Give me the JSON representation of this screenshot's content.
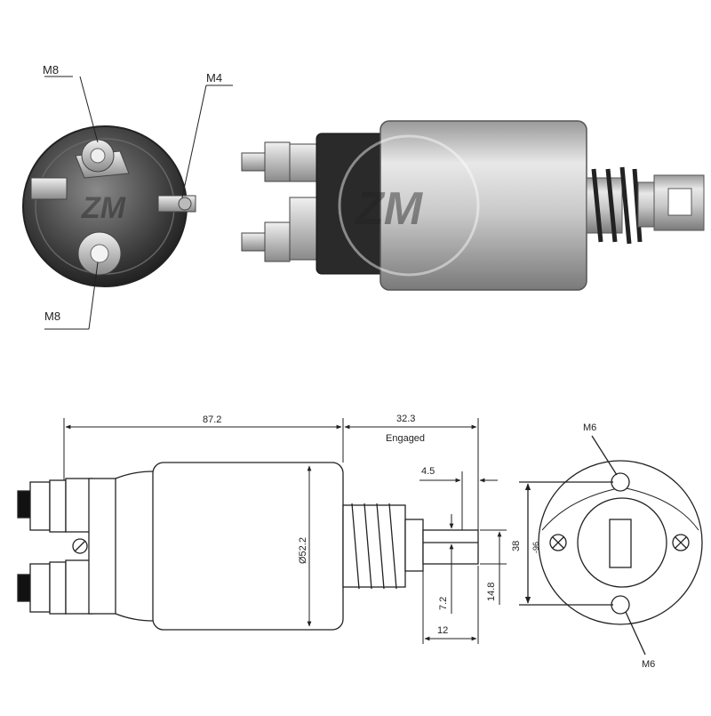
{
  "photo": {
    "end_view_labels": {
      "top_terminal": "M8",
      "side_terminal": "M4",
      "bottom_terminal": "M8"
    },
    "watermark": "ZM"
  },
  "drawing": {
    "dimensions": {
      "body_length": "87.2",
      "engaged_travel": "32.3",
      "engaged_label": "Engaged",
      "body_diameter": "Ø52.2",
      "plunger_offset": "4.5",
      "flange_span": "38",
      "eye_height": "14.8",
      "eye_inner": "7.2",
      "eye_width": "12"
    },
    "end_view_labels": {
      "top_hole": "M6",
      "bottom_hole": "M6"
    },
    "faint_mark": "-96"
  },
  "colors": {
    "metal_light": "#d8d8d8",
    "metal_dark": "#6a6a6a",
    "insulator": "#2a2a2a",
    "line": "#222222"
  }
}
